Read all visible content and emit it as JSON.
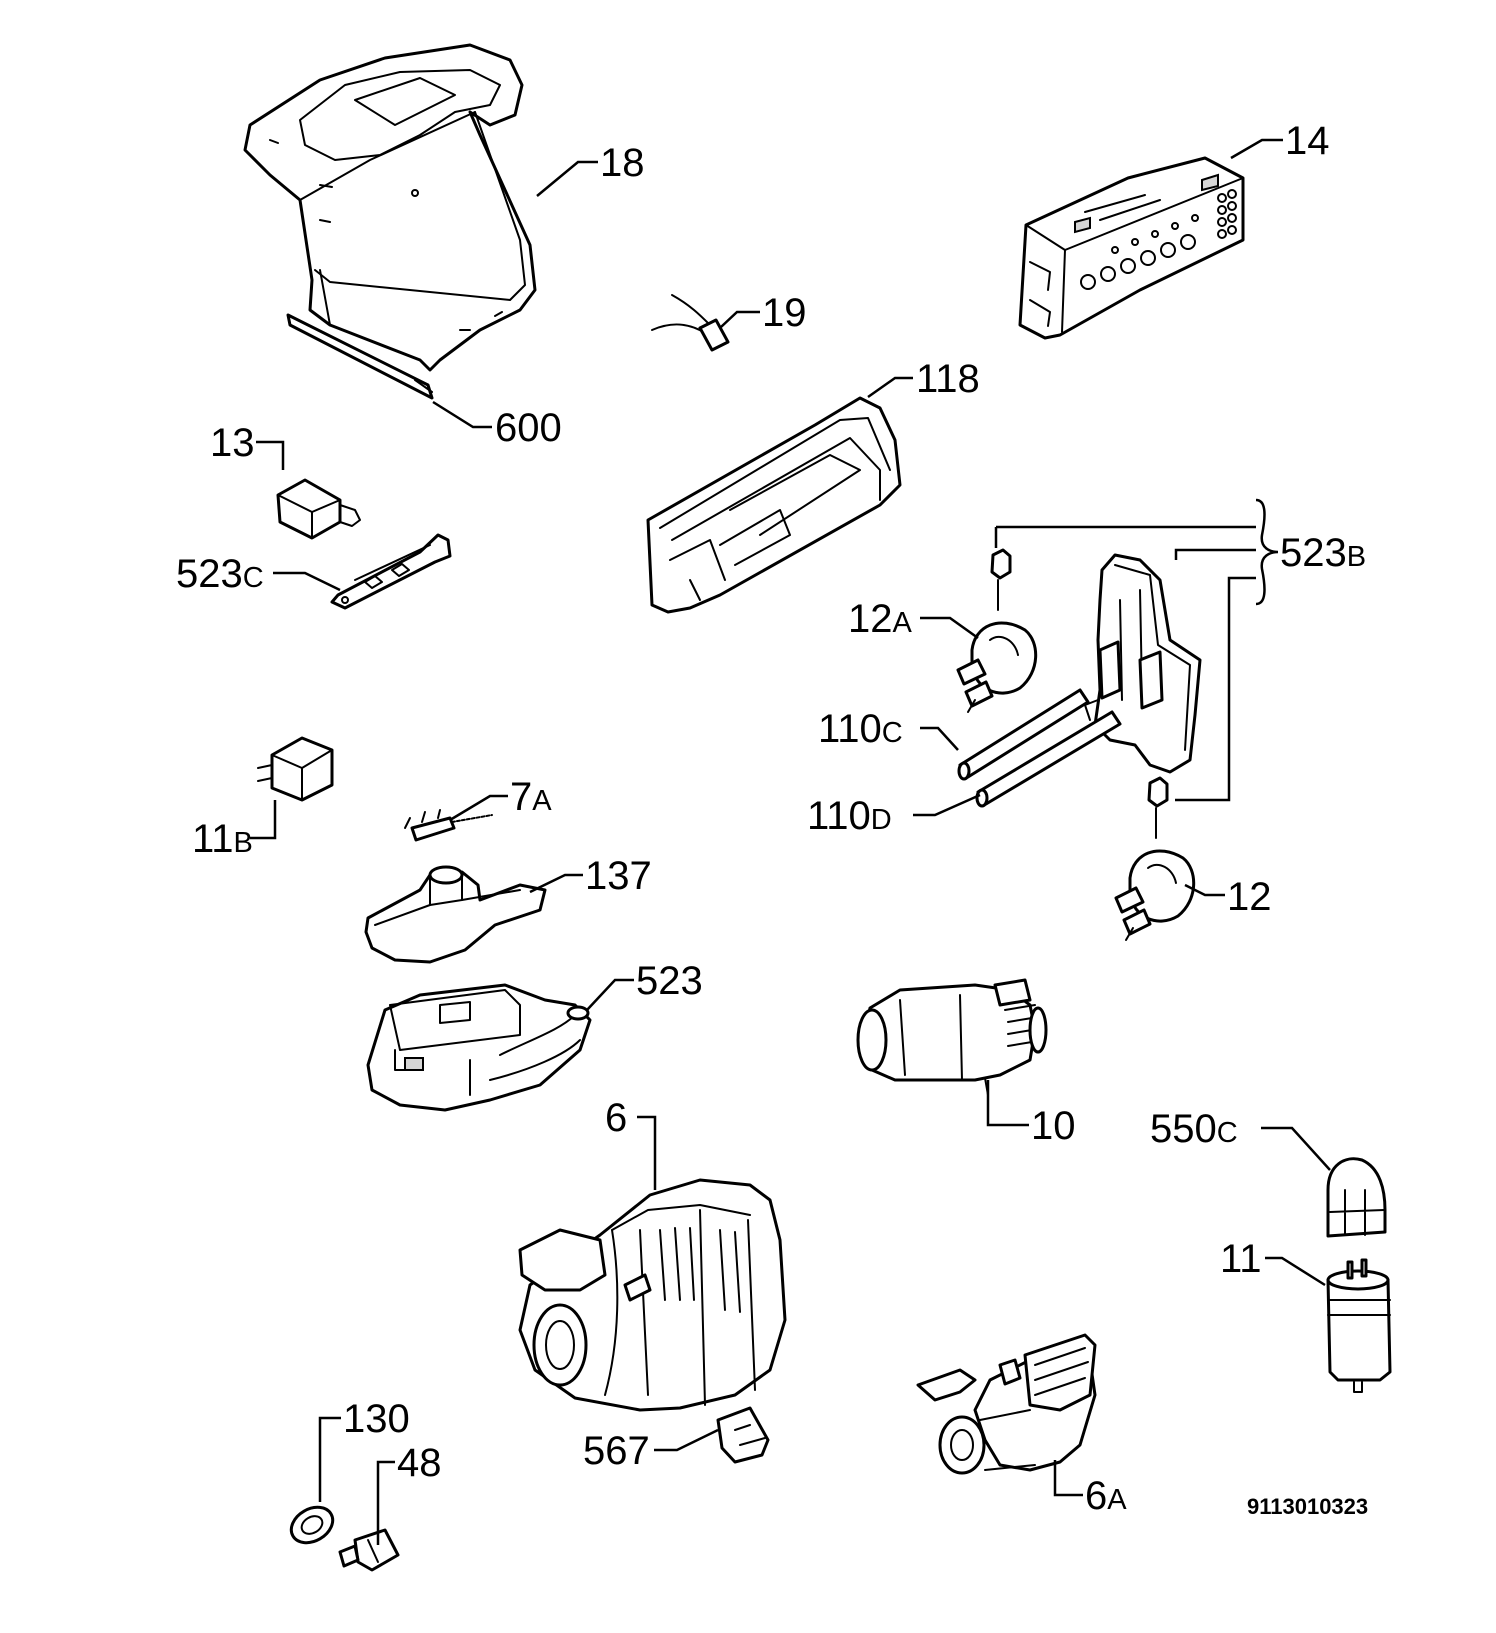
{
  "callouts": [
    {
      "part": "18"
    },
    {
      "part": "14"
    },
    {
      "part": "19"
    },
    {
      "part": "118"
    },
    {
      "part": "600"
    },
    {
      "part": "13"
    },
    {
      "part": "523",
      "suffix": "C"
    },
    {
      "part": "523",
      "suffix": "B"
    },
    {
      "part": "12",
      "suffix": "A"
    },
    {
      "part": "110",
      "suffix": "C"
    },
    {
      "part": "110",
      "suffix": "D"
    },
    {
      "part": "12"
    },
    {
      "part": "11",
      "suffix": "B"
    },
    {
      "part": "7",
      "suffix": "A"
    },
    {
      "part": "137"
    },
    {
      "part": "523"
    },
    {
      "part": "10"
    },
    {
      "part": "550",
      "suffix": "C"
    },
    {
      "part": "6"
    },
    {
      "part": "11"
    },
    {
      "part": "130"
    },
    {
      "part": "48"
    },
    {
      "part": "567"
    },
    {
      "part": "6",
      "suffix": "A"
    }
  ],
  "drawing_number": "9113010323"
}
